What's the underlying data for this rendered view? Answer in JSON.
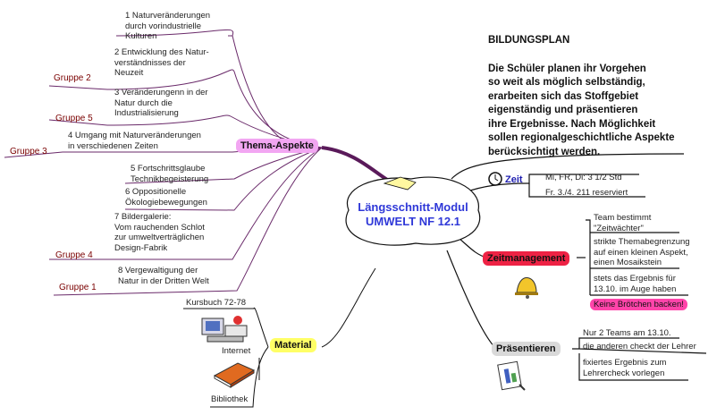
{
  "center": {
    "line1": "Längsschnitt-Modul",
    "line2": "UMWELT NF 12.1"
  },
  "thema": {
    "label": "Thema-Aspekte",
    "items": [
      {
        "l1": "1 Naturveränderungen",
        "l2": "durch vorindustrielle",
        "l3": "Kulturen"
      },
      {
        "l1": "2 Entwicklung des Natur-",
        "l2": "verständnisses der",
        "l3": "Neuzeit"
      },
      {
        "l1": "3 Veränderungenn in der",
        "l2": "Natur durch die",
        "l3": "Industrialisierung"
      },
      {
        "l1": "4 Umgang mit Naturveränderungen",
        "l2": "in verschiedenen Zeiten"
      },
      {
        "l1": "5 Fortschrittsglaube",
        "l2": "Technikbegeisterung"
      },
      {
        "l1": "6 Oppositionelle",
        "l2": "Ökologiebewegungen"
      },
      {
        "l1": "7 Bildergalerie:",
        "l2": "Vom rauchenden Schlot",
        "l3": "zur umweltverträglichen",
        "l4": "Design-Fabrik"
      },
      {
        "l1": "8 Vergewaltigung der",
        "l2": "Natur in der Dritten Welt"
      }
    ],
    "groups": [
      "Gruppe 2",
      "Gruppe 5",
      "Gruppe 3",
      "Gruppe 4",
      "Gruppe 1"
    ]
  },
  "material": {
    "label": "Material",
    "items": [
      "Kursbuch 72-78",
      "Internet",
      "Bibliothek"
    ]
  },
  "plan": {
    "title": "BILDUNGSPLAN",
    "lines": [
      "Die Schüler planen ihr Vorgehen",
      "so weit als möglich selbständig,",
      "erarbeiten sich das Stoffgebiet",
      "eigenständig und präsentieren",
      "ihre Ergebnisse. Nach Möglichkeit",
      "sollen regionalgeschichtliche Aspekte",
      "berücksichtigt werden."
    ]
  },
  "zeit": {
    "label": "Zeit",
    "items": [
      "Mi, FR, Di: 3 1/2 Std",
      "Fr. 3./4. 211 reserviert"
    ]
  },
  "zeitmanagement": {
    "label": "Zeitmanagement",
    "items": [
      {
        "l1": "Team bestimmt",
        "l2": "\"Zeitwächter\""
      },
      {
        "l1": "strikte Themabegrenzung",
        "l2": "auf einen kleinen Aspekt,",
        "l3": "einen Mosaikstein"
      },
      {
        "l1": "stets das Ergebnis für",
        "l2": "13.10. im Auge haben"
      },
      {
        "l1": "Keine Brötchen backen!"
      }
    ]
  },
  "praesentieren": {
    "label": "Präsentieren",
    "items": [
      {
        "l1": "Nur 2 Teams am 13.10."
      },
      {
        "l1": "die anderen checkt der Lehrer"
      },
      {
        "l1": "fixiertes Ergebnis zum",
        "l2": "Lehrercheck vorlegen"
      }
    ]
  },
  "colors": {
    "thema_branch": "#5a1a5a",
    "thema_label_bg": "#f2a6f2",
    "material_label_bg": "#ffff66",
    "zeit_text": "#1f1fb0",
    "zeitmanagement_bg": "#ee2244",
    "praesentieren_bg": "#d9d9d9",
    "pink_note": "#ff44aa",
    "center_text": "#2f38d8"
  },
  "icons": [
    "bubble-cloud-icon",
    "clock-icon",
    "bell-icon",
    "computer-icon",
    "book-icon",
    "chart-icon"
  ]
}
